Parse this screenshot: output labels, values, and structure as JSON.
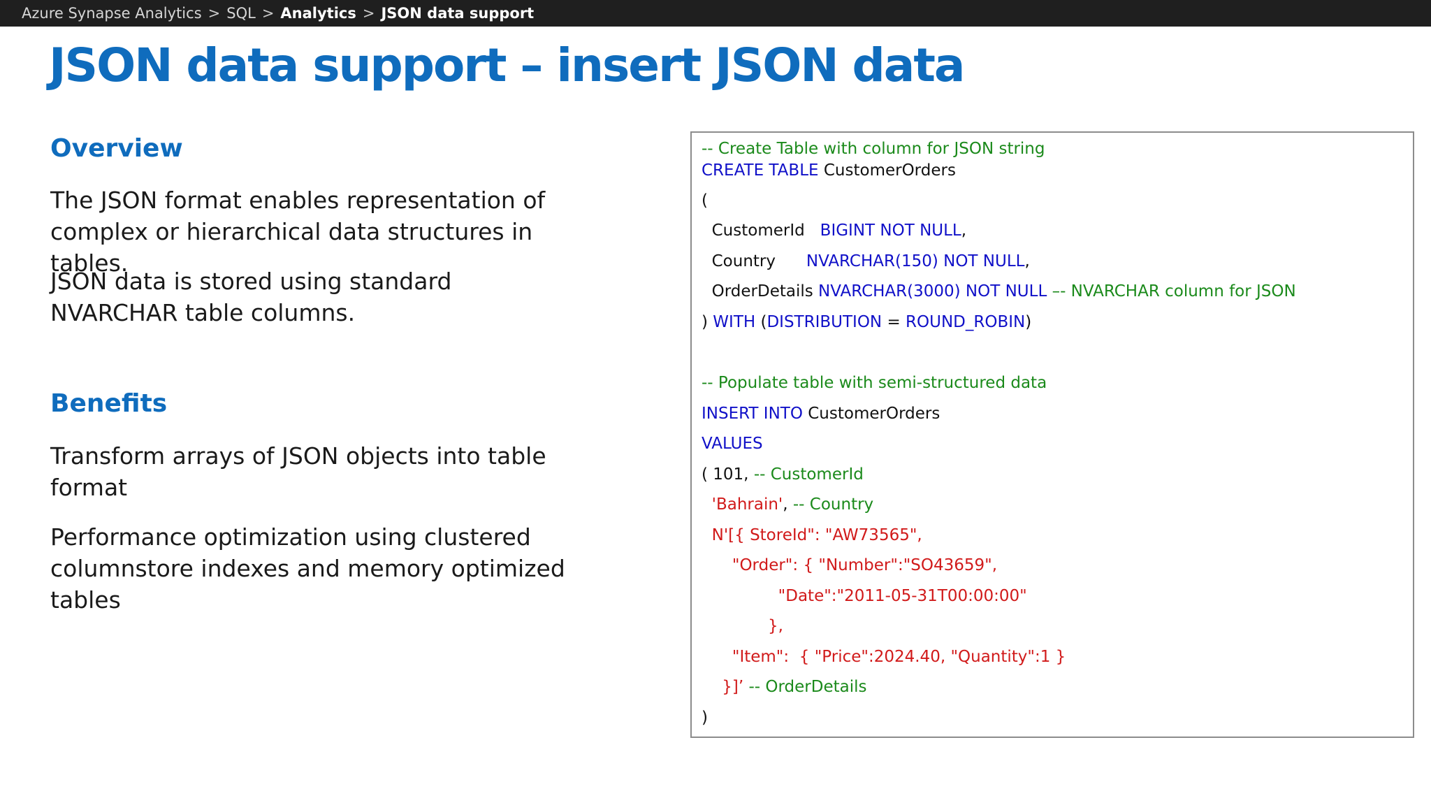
{
  "breadcrumb": {
    "items": [
      "Azure Synapse Analytics",
      "SQL",
      "Analytics",
      "JSON data support"
    ],
    "separator": ">"
  },
  "title": "JSON data support – insert JSON data",
  "overview": {
    "heading": "Overview",
    "paragraphs": [
      "The JSON format enables representation of complex or hierarchical data structures in tables.",
      "JSON data is stored using standard NVARCHAR table columns."
    ]
  },
  "benefits": {
    "heading": "Benefits",
    "paragraphs": [
      "Transform arrays of JSON objects into table format",
      "Performance optimization using clustered columnstore indexes and memory optimized tables"
    ]
  },
  "code": {
    "lines": [
      [
        {
          "t": "-- Create Table with column for JSON string",
          "c": "cm"
        }
      ],
      [
        {
          "t": "CREATE TABLE",
          "c": "kw"
        },
        {
          "t": " CustomerOrders",
          "c": "pl"
        }
      ],
      [
        {
          "t": "(",
          "c": "pl"
        }
      ],
      [
        {
          "t": "  CustomerId   ",
          "c": "pl"
        },
        {
          "t": "BIGINT NOT NULL",
          "c": "kw"
        },
        {
          "t": ",",
          "c": "pl"
        }
      ],
      [
        {
          "t": "  Country      ",
          "c": "pl"
        },
        {
          "t": "NVARCHAR(150) NOT NULL",
          "c": "kw"
        },
        {
          "t": ",",
          "c": "pl"
        }
      ],
      [
        {
          "t": "  OrderDetails ",
          "c": "pl"
        },
        {
          "t": "NVARCHAR(3000) NOT NULL",
          "c": "kw"
        },
        {
          "t": " –- NVARCHAR column for JSON",
          "c": "cm"
        }
      ],
      [
        {
          "t": ") ",
          "c": "pl"
        },
        {
          "t": "WITH",
          "c": "kw"
        },
        {
          "t": " (",
          "c": "pl"
        },
        {
          "t": "DISTRIBUTION",
          "c": "kw"
        },
        {
          "t": " = ",
          "c": "pl"
        },
        {
          "t": "ROUND_ROBIN",
          "c": "kw"
        },
        {
          "t": ")",
          "c": "pl"
        }
      ],
      [],
      [
        {
          "t": "-- Populate table with semi-structured data",
          "c": "cm"
        }
      ],
      [
        {
          "t": "INSERT INTO",
          "c": "kw"
        },
        {
          "t": " CustomerOrders",
          "c": "pl"
        }
      ],
      [
        {
          "t": "VALUES",
          "c": "kw"
        }
      ],
      [
        {
          "t": "( 101, ",
          "c": "pl"
        },
        {
          "t": "-- CustomerId",
          "c": "cm"
        }
      ],
      [
        {
          "t": "  'Bahrain'",
          "c": "st"
        },
        {
          "t": ", ",
          "c": "pl"
        },
        {
          "t": "-- Country",
          "c": "cm"
        }
      ],
      [
        {
          "t": "  N'[{ StoreId\": \"AW73565\",",
          "c": "st"
        }
      ],
      [
        {
          "t": "      \"Order\": { \"Number\":\"SO43659\",",
          "c": "st"
        }
      ],
      [
        {
          "t": "               \"Date\":\"2011-05-31T00:00:00\"",
          "c": "st"
        }
      ],
      [
        {
          "t": "             },",
          "c": "st"
        }
      ],
      [
        {
          "t": "      \"Item\":  { \"Price\":2024.40, \"Quantity\":1 }",
          "c": "st"
        }
      ],
      [
        {
          "t": "    }]’",
          "c": "st"
        },
        {
          "t": " -- OrderDetails",
          "c": "cm"
        }
      ],
      [
        {
          "t": ")",
          "c": "pl"
        }
      ]
    ]
  }
}
